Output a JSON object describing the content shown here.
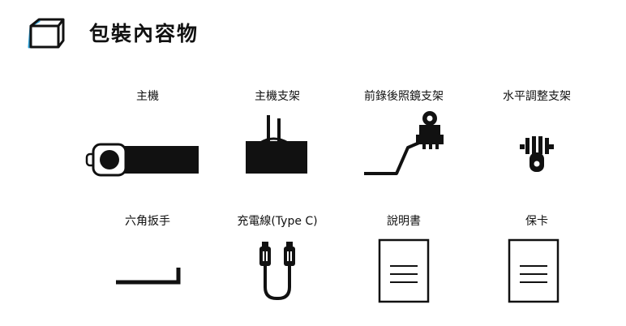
{
  "header": {
    "title": "包裝內容物",
    "icon": "package-box-icon"
  },
  "colors": {
    "accent": "#2a9fd6",
    "ink": "#111111"
  },
  "items": [
    {
      "label": "主機",
      "icon": "dashcam-main-unit-icon"
    },
    {
      "label": "主機支架",
      "icon": "main-mount-icon"
    },
    {
      "label": "前錄後照鏡支架",
      "icon": "mirror-mount-icon"
    },
    {
      "label": "水平調整支架",
      "icon": "level-adjust-mount-icon"
    },
    {
      "label": "六角扳手",
      "icon": "hex-wrench-icon"
    },
    {
      "label": "充電線(Type C)",
      "icon": "usb-c-cable-icon"
    },
    {
      "label": "說明書",
      "icon": "manual-document-icon"
    },
    {
      "label": "保卡",
      "icon": "warranty-card-icon"
    }
  ]
}
